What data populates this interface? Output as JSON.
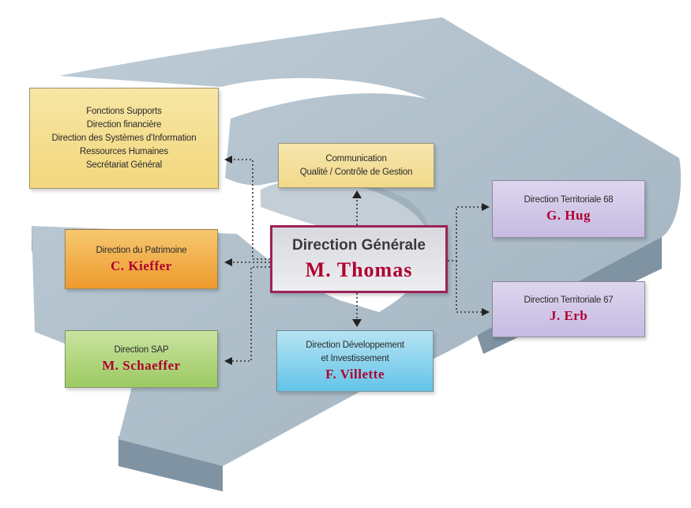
{
  "boxes": {
    "fonctions": {
      "lines": [
        "Fonctions Supports",
        "Direction financière",
        "Direction des Systèmes d'Information",
        "Ressources Humaines",
        "Secrétariat Général"
      ]
    },
    "communication": {
      "lines": [
        "Communication",
        "Qualité / Contrôle de Gestion"
      ]
    },
    "patrimoine": {
      "title": "Direction du Patrimoine",
      "name": "C. Kieffer"
    },
    "direction_generale": {
      "title": "Direction Générale",
      "name": "M. Thomas"
    },
    "sap": {
      "title": "Direction SAP",
      "name": "M. Schaeffer"
    },
    "developpement": {
      "title_1": "Direction Développement",
      "title_2": "et Investissement",
      "name": "F. Villette"
    },
    "dt68": {
      "title": "Direction Territoriale 68",
      "name": "G. Hug"
    },
    "dt67": {
      "title": "Direction Territoriale 67",
      "name": "J. Erb"
    }
  },
  "colors": {
    "shape": "#aabac6",
    "shape_side": "#7f93a3",
    "connector": "#333333",
    "name_text": "#b00030",
    "dg_border": "#9c2358"
  }
}
